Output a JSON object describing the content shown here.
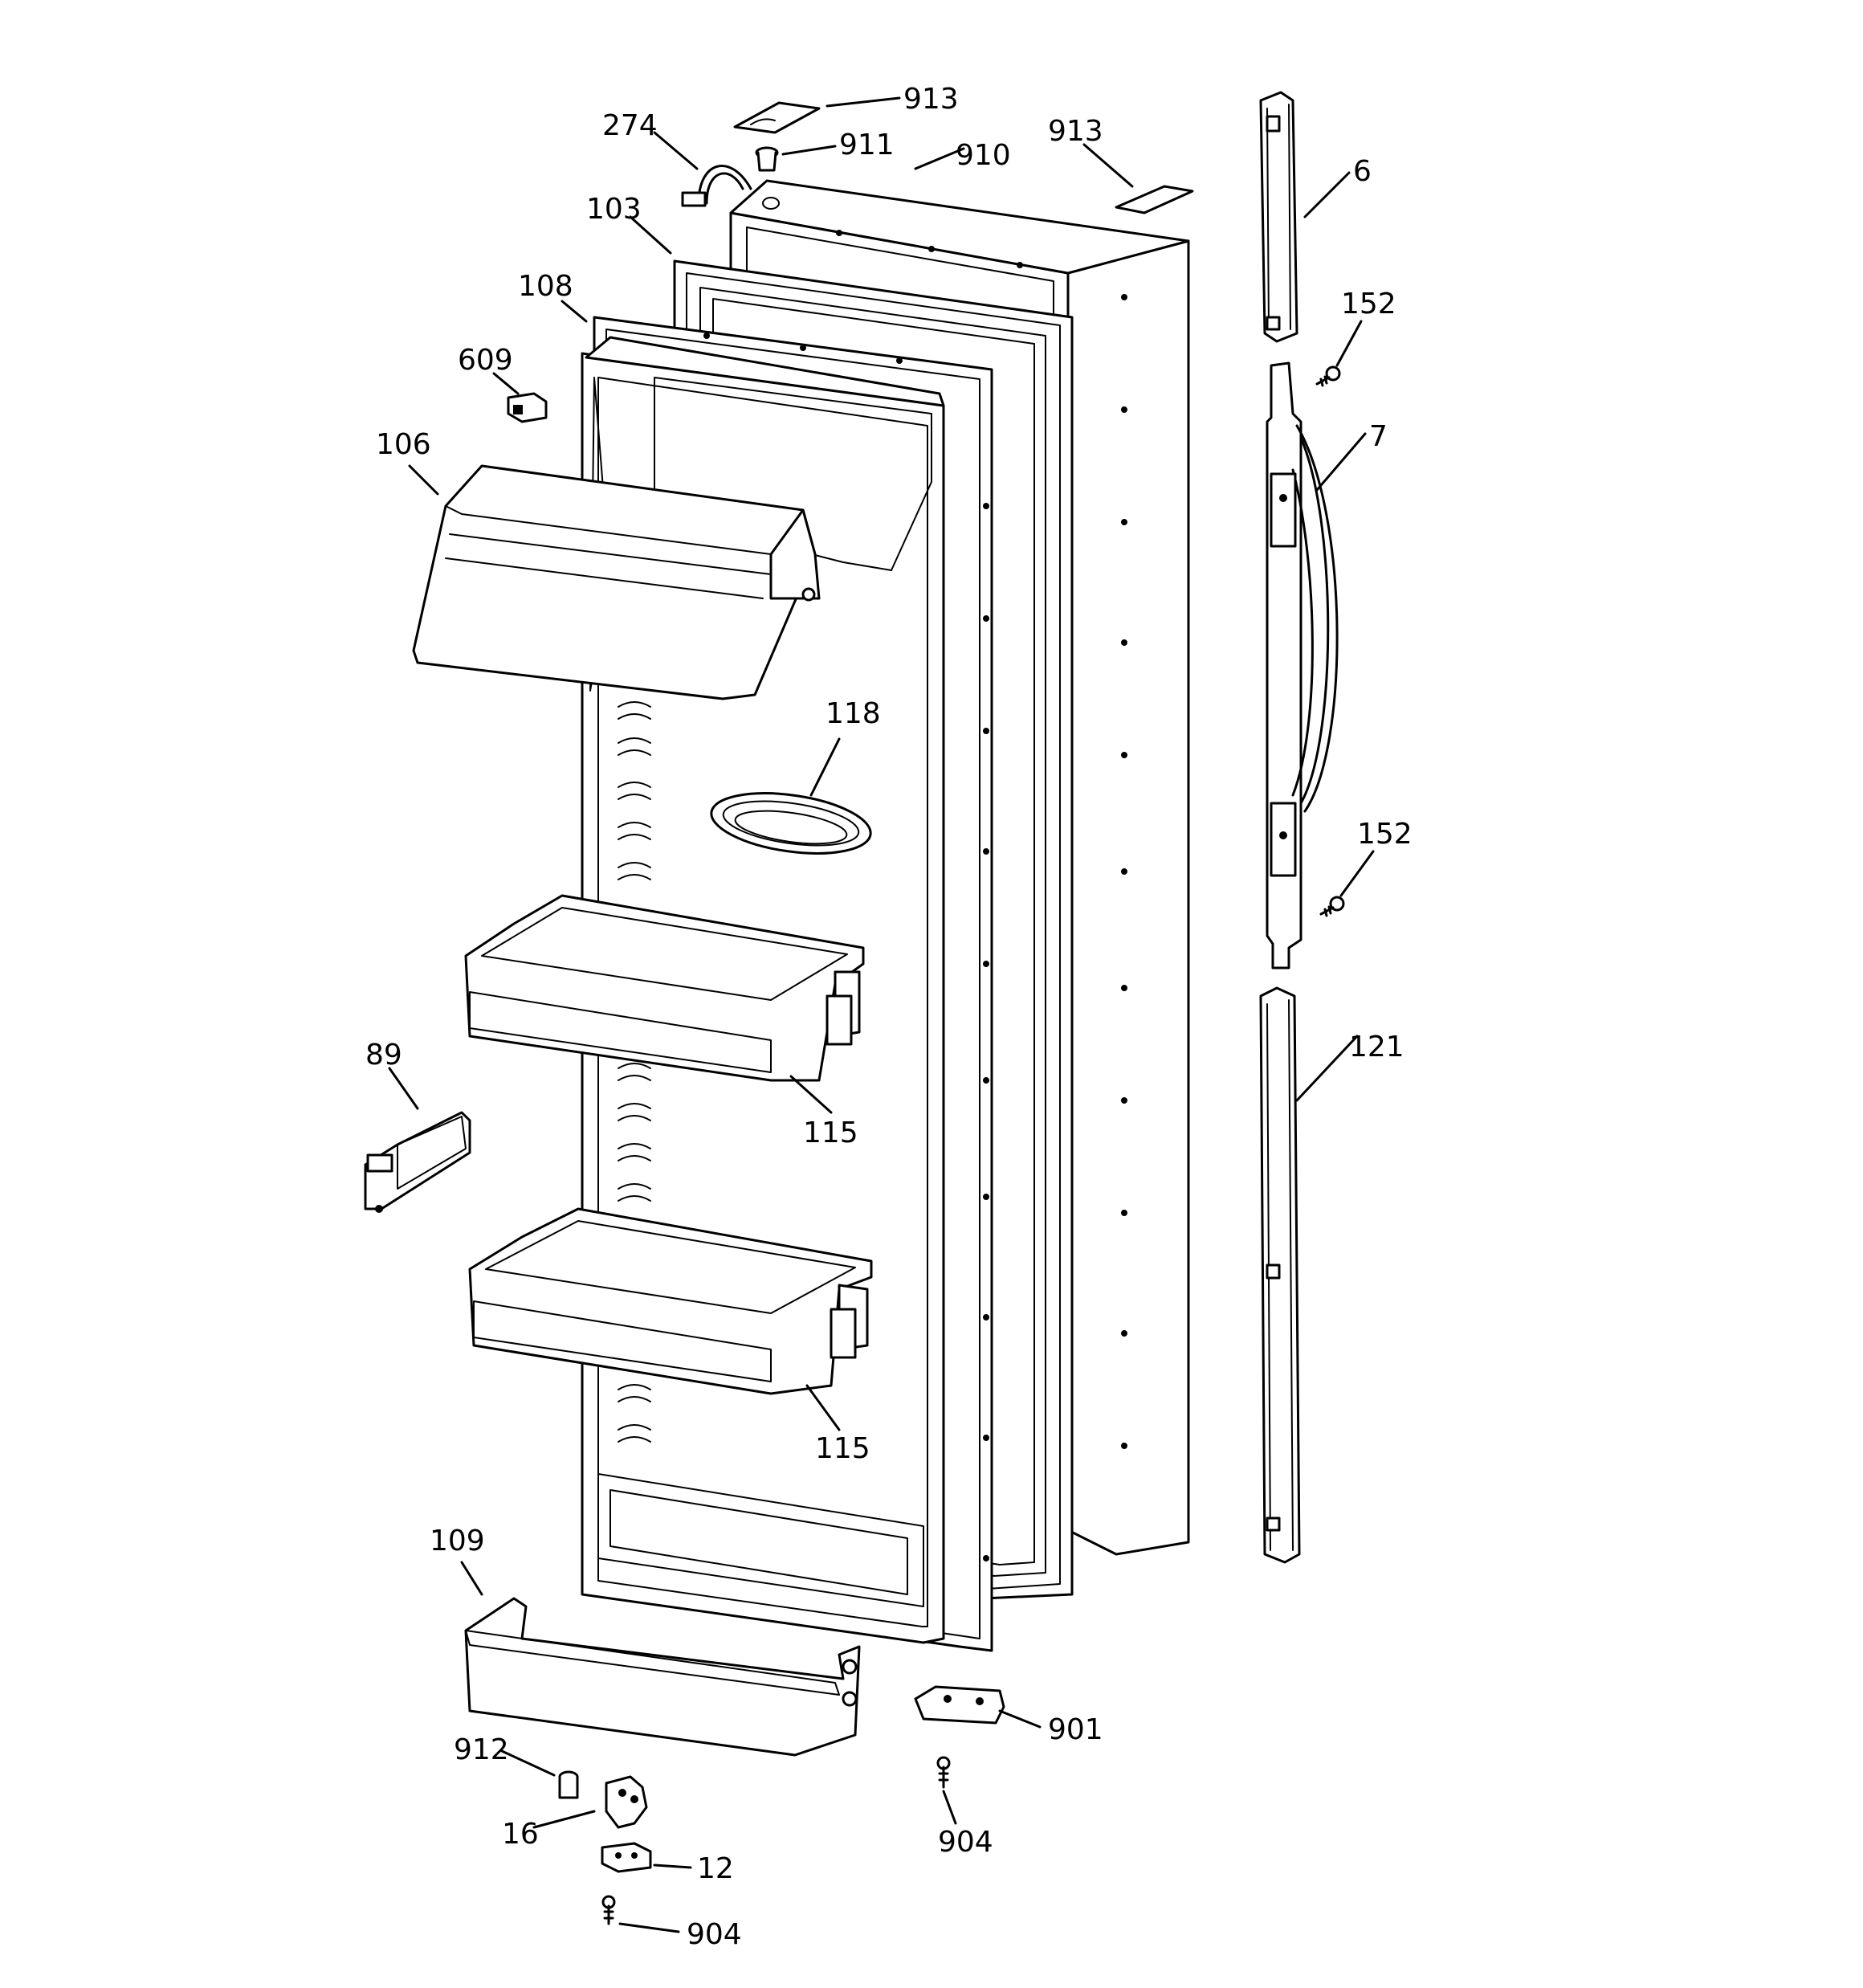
{
  "diagram": {
    "callouts": [
      {
        "id": "913-top",
        "label": "913"
      },
      {
        "id": "274",
        "label": "274"
      },
      {
        "id": "911",
        "label": "911"
      },
      {
        "id": "910",
        "label": "910"
      },
      {
        "id": "913-right",
        "label": "913"
      },
      {
        "id": "6",
        "label": "6"
      },
      {
        "id": "103",
        "label": "103"
      },
      {
        "id": "108",
        "label": "108"
      },
      {
        "id": "152-upper",
        "label": "152"
      },
      {
        "id": "609",
        "label": "609"
      },
      {
        "id": "106",
        "label": "106"
      },
      {
        "id": "7",
        "label": "7"
      },
      {
        "id": "118",
        "label": "118"
      },
      {
        "id": "152-lower",
        "label": "152"
      },
      {
        "id": "121",
        "label": "121"
      },
      {
        "id": "89",
        "label": "89"
      },
      {
        "id": "115-upper",
        "label": "115"
      },
      {
        "id": "115-lower",
        "label": "115"
      },
      {
        "id": "109",
        "label": "109"
      },
      {
        "id": "901",
        "label": "901"
      },
      {
        "id": "912",
        "label": "912"
      },
      {
        "id": "904-right",
        "label": "904"
      },
      {
        "id": "16",
        "label": "16"
      },
      {
        "id": "12",
        "label": "12"
      },
      {
        "id": "904-bottom",
        "label": "904"
      }
    ]
  }
}
